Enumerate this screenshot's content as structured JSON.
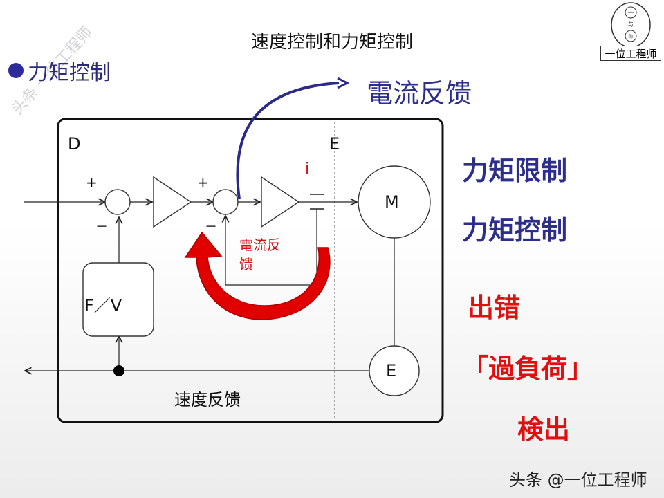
{
  "slide": {
    "title": "速度控制和力矩控制",
    "section_heading": "力矩控制",
    "watermark": "头条 一位工程师",
    "logo_label": "一位工程师",
    "footer": "头条 @一位工程师"
  },
  "diagram": {
    "label_d": "D",
    "label_e": "E",
    "current_symbol": "i",
    "motor_label": "M",
    "encoder_label": "E",
    "fv_block": "F／V",
    "current_feedback_inner": [
      "電流反",
      "馈"
    ],
    "speed_feedback": "速度反馈",
    "current_feedback_top": "電流反馈",
    "plus_1": "+",
    "minus_1": "－",
    "plus_2": "+",
    "minus_2": "－"
  },
  "right_panel": {
    "torque_limit": "力矩限制",
    "torque_control": "力矩控制",
    "error": "出错",
    "overload": "「過負荷」",
    "detect": "検出"
  },
  "colors": {
    "navy": "#2d2d8c",
    "red": "#e01010",
    "arc_blue": "#2a2a8a",
    "loop_red": "#e00000"
  }
}
